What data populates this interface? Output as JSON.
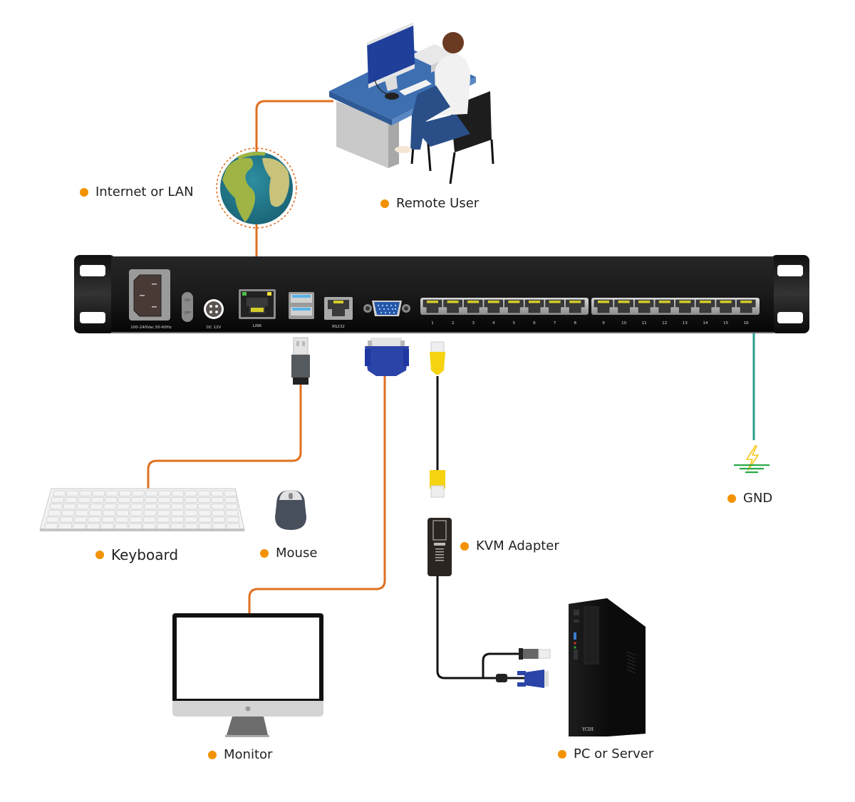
{
  "colors": {
    "accent_dot": "#f29200",
    "cable_orange": "#e07020",
    "cable_black": "#111111",
    "ground_wire": "#2a9d8f",
    "ground_lines": "#2aa84a",
    "bolt": "#f5c518",
    "chassis": "#151515"
  },
  "labels": {
    "remote_user": "Remote User",
    "internet": "Internet or LAN",
    "keyboard": "Keyboard",
    "mouse": "Mouse",
    "monitor": "Monitor",
    "kvm_adapter": "KVM Adapter",
    "pc_server": "PC or Server",
    "gnd": "GND"
  },
  "panel": {
    "power_label": "100-240Vac 50-60Hz",
    "switch_on": "ON",
    "switch_off": "OFF",
    "dc_label": "DC 12V",
    "link_label": "LINK",
    "rs232_label": "RS232",
    "pc_brand": "YCIH",
    "port_numbers": [
      "1",
      "2",
      "3",
      "4",
      "5",
      "6",
      "7",
      "8",
      "9",
      "10",
      "11",
      "12",
      "13",
      "14",
      "15",
      "16"
    ]
  },
  "icons": {
    "globe": "globe-icon",
    "ground": "ground-icon",
    "bolt": "lightning-bolt-icon"
  }
}
